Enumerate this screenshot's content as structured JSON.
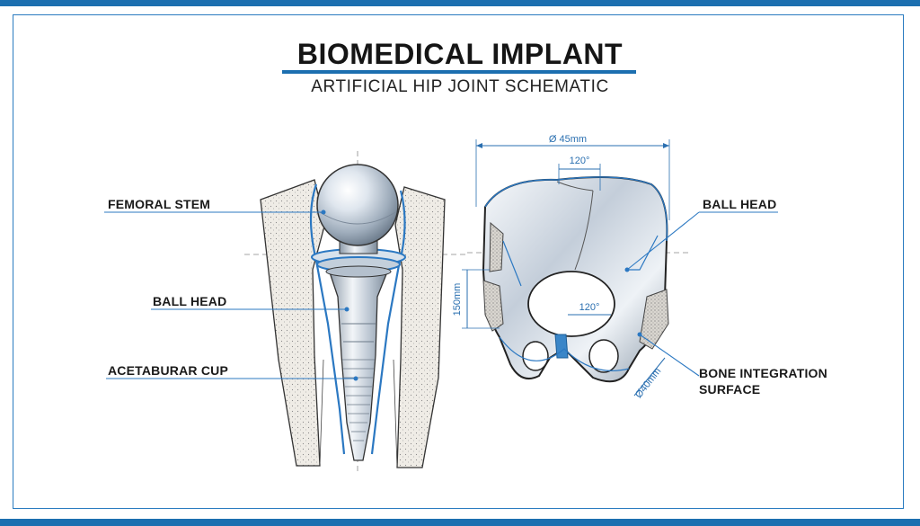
{
  "title": "BIOMEDICAL IMPLANT",
  "subtitle": "ARTIFICIAL HIP JOINT SCHEMATIC",
  "labels": {
    "left": [
      "FEMORAL STEM",
      "BALL HEAD",
      "ACETABURAR CUP"
    ],
    "right_ball_head": "BALL HEAD",
    "right_bone_line1": "BONE INTEGRATION",
    "right_bone_line2": "SURFACE"
  },
  "dimensions": {
    "width": "Ø 45mm",
    "angle_top": "120°",
    "angle_inner": "120°",
    "height": "150mm",
    "diag": "Ø40mm"
  },
  "colors": {
    "accent": "#1c6fb0",
    "metal": "#c9d3de",
    "bone": "#ebe7e0",
    "ink": "#1a1a1a"
  }
}
